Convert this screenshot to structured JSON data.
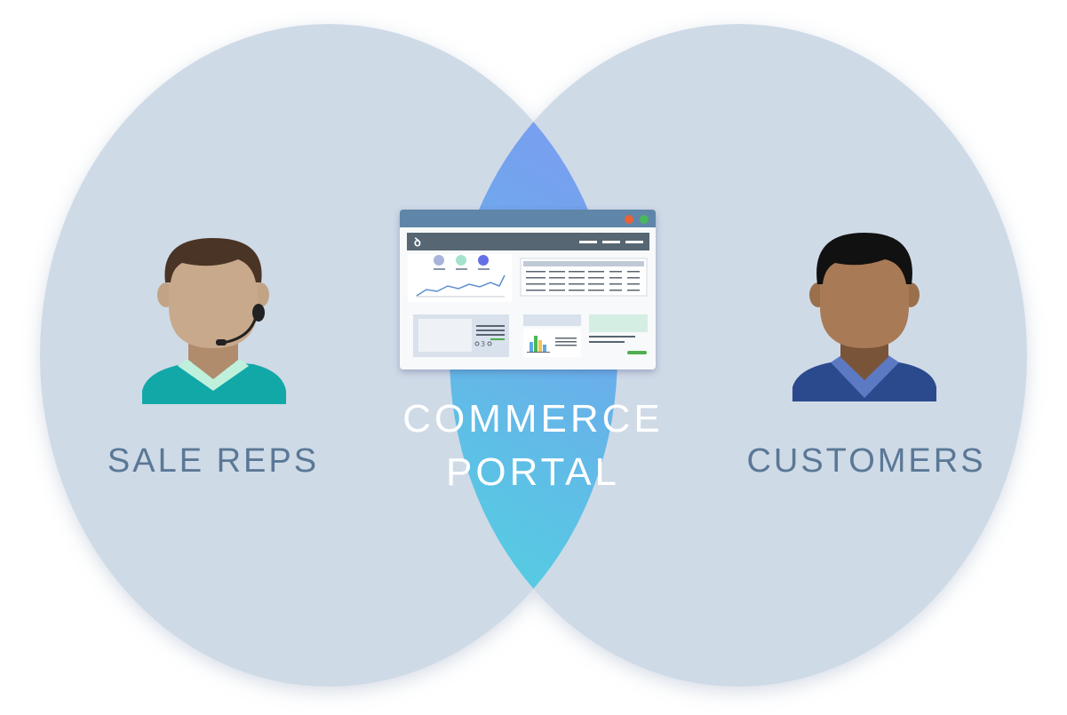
{
  "diagram": {
    "left_group": {
      "label": "SALE REPS",
      "icon": "sales-rep-with-headset-icon"
    },
    "center_group": {
      "label_line1": "COMMERCE",
      "label_line2": "PORTAL",
      "icon": "portal-dashboard-icon"
    },
    "right_group": {
      "label": "CUSTOMERS",
      "icon": "customer-person-icon"
    },
    "dashboard": {
      "logo_glyph": "ꝺ",
      "score_text": "3"
    },
    "colors": {
      "circle_fill": "#cfdae7",
      "overlap_top": "#8a8ef6",
      "overlap_bottom": "#55cce2",
      "side_label": "#5a7896",
      "center_label": "#ffffff"
    }
  }
}
